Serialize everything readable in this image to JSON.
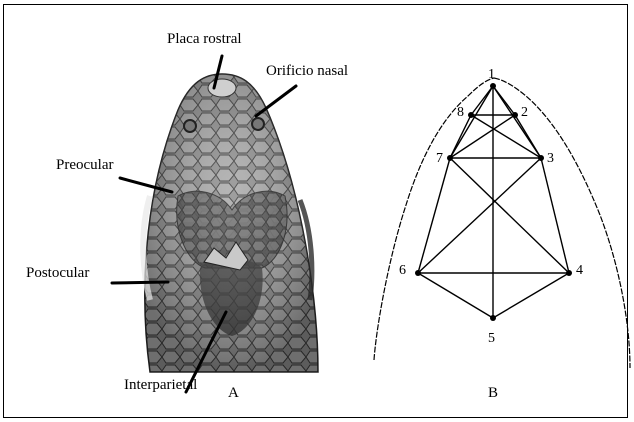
{
  "panel_a": {
    "caption": "A",
    "labels": {
      "rostral": "Placa rostral",
      "nasal": "Orificio nasal",
      "preocular": "Preocular",
      "postocular": "Postocular",
      "interparietal": "Interparietal"
    }
  },
  "panel_b": {
    "caption": "B",
    "landmarks": [
      "1",
      "2",
      "3",
      "4",
      "5",
      "6",
      "7",
      "8"
    ]
  }
}
